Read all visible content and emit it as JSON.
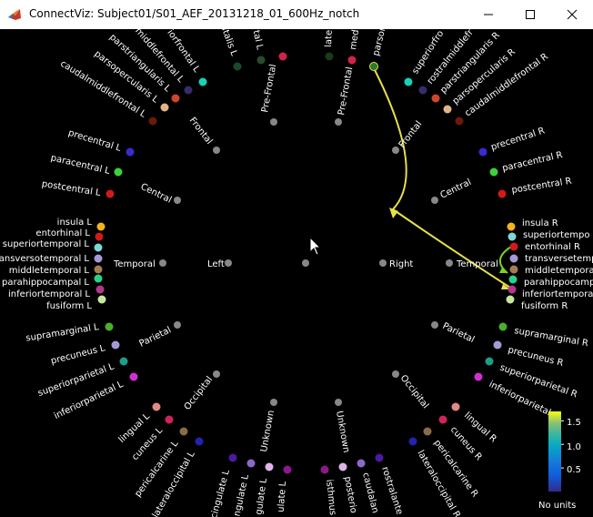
{
  "window": {
    "title": "ConnectViz: Subject01/S01_AEF_20131218_01_600Hz_notch"
  },
  "icons": [
    "matlab-app-icon",
    "minimize-icon",
    "maximize-icon",
    "close-icon",
    "mouse-cursor-icon"
  ],
  "colors": {
    "background": "#000000",
    "group_node": "#888888",
    "link": "#e8e04a",
    "link_green": "#7ed321"
  },
  "groups": {
    "left": "Left",
    "right": "Right",
    "prefrontal_l": "Pre-Frontal",
    "prefrontal_r": "Pre-Frontal",
    "frontal_l": "Frontal",
    "frontal_r": "Frontal",
    "central_l": "Central",
    "central_r": "Central",
    "temporal_l": "Temporal",
    "temporal_r": "Temporal",
    "parietal_l": "Parietal",
    "parietal_r": "Parietal",
    "occipital_l": "Occipital",
    "occipital_r": "Occipital",
    "unknown_l": "Unknown",
    "unknown_r": "Unknown"
  },
  "regions_left": {
    "precentral": "precentral L",
    "paracentral": "paracentral L",
    "postcentral": "postcentral L",
    "insula": "insula L",
    "entorhinal": "entorhinal L",
    "superiortemporal": "superiortemporal L",
    "transversetemporal": "ransversotemporal L",
    "middletemporal": "middletemporal L",
    "parahippocampal": "parahippocampal L",
    "inferiortemporal": "inferiortemporal L",
    "fusiform": "fusiform L",
    "supramarginal": "supramarginal L",
    "precuneus": "precuneus L",
    "superiorparietal": "superiorparietal L",
    "inferiorparietal": "inferiorparietal L",
    "lingual": "lingual L",
    "cuneus": "cuneus L",
    "pericalcarine": "pericalcarine L",
    "lateraloccipital": "lateraloccipital L",
    "caudalmiddlefrontal": "caudalmiddlefrontal L",
    "parsopercularis": "parsopercularis L",
    "parstriangularis": "parstriangularis L",
    "rostralmiddlefrontal": "middlefrontal L",
    "superiorfrontal": "iorfrontal L",
    "medialorbitofrontal": "bitalis L",
    "lateralorbitofrontal": "tal L",
    "frontalpole": "late",
    "cingulate1": "cingulate L",
    "cingulate2": "ngulate L",
    "cingulate3": "gulate L",
    "cingulate4": "ulate L"
  },
  "regions_right": {
    "parsorbitalis": "parsor",
    "medialorbitofrontal": "medi",
    "superiorfrontal": "superiorfro",
    "rostralmiddlefrontal": "rostralmiddlefr",
    "parstriangularis": "parstriangularis R",
    "parsopercularis": "parsopercularis R",
    "caudalmiddlefrontal": "caudalmiddlefrontal R",
    "precentral": "precentral R",
    "paracentral": "paracentral R",
    "postcentral": "postcentral R",
    "insula": "insula R",
    "superiortemporal": "superiortempo",
    "entorhinal": "entorhinal R",
    "transversetemporal": "transversetemp",
    "middletemporal": "middletempora",
    "parahippocampal": "parahippocamp",
    "inferiortemporal": "inferiortempora",
    "fusiform": "fusiform R",
    "supramarginal": "supramarginal R",
    "precuneus": "precuneus R",
    "superiorparietal": "superiorparietal R",
    "inferiorparietal": "inferiorparietal R",
    "lingual": "lingual R",
    "cuneus": "cuneus R",
    "pericalcarine": "pericalcarine R",
    "lateraloccipital": "lateraloccipital R",
    "isthmus": "isthmus",
    "posterior": "posterio",
    "caudalant": "caudalan",
    "rostralant": "rostralante"
  },
  "colorbar": {
    "ticks": [
      "1.5",
      "1.0",
      "0.5"
    ],
    "label": "No units",
    "min": 0,
    "max": 1.7
  }
}
